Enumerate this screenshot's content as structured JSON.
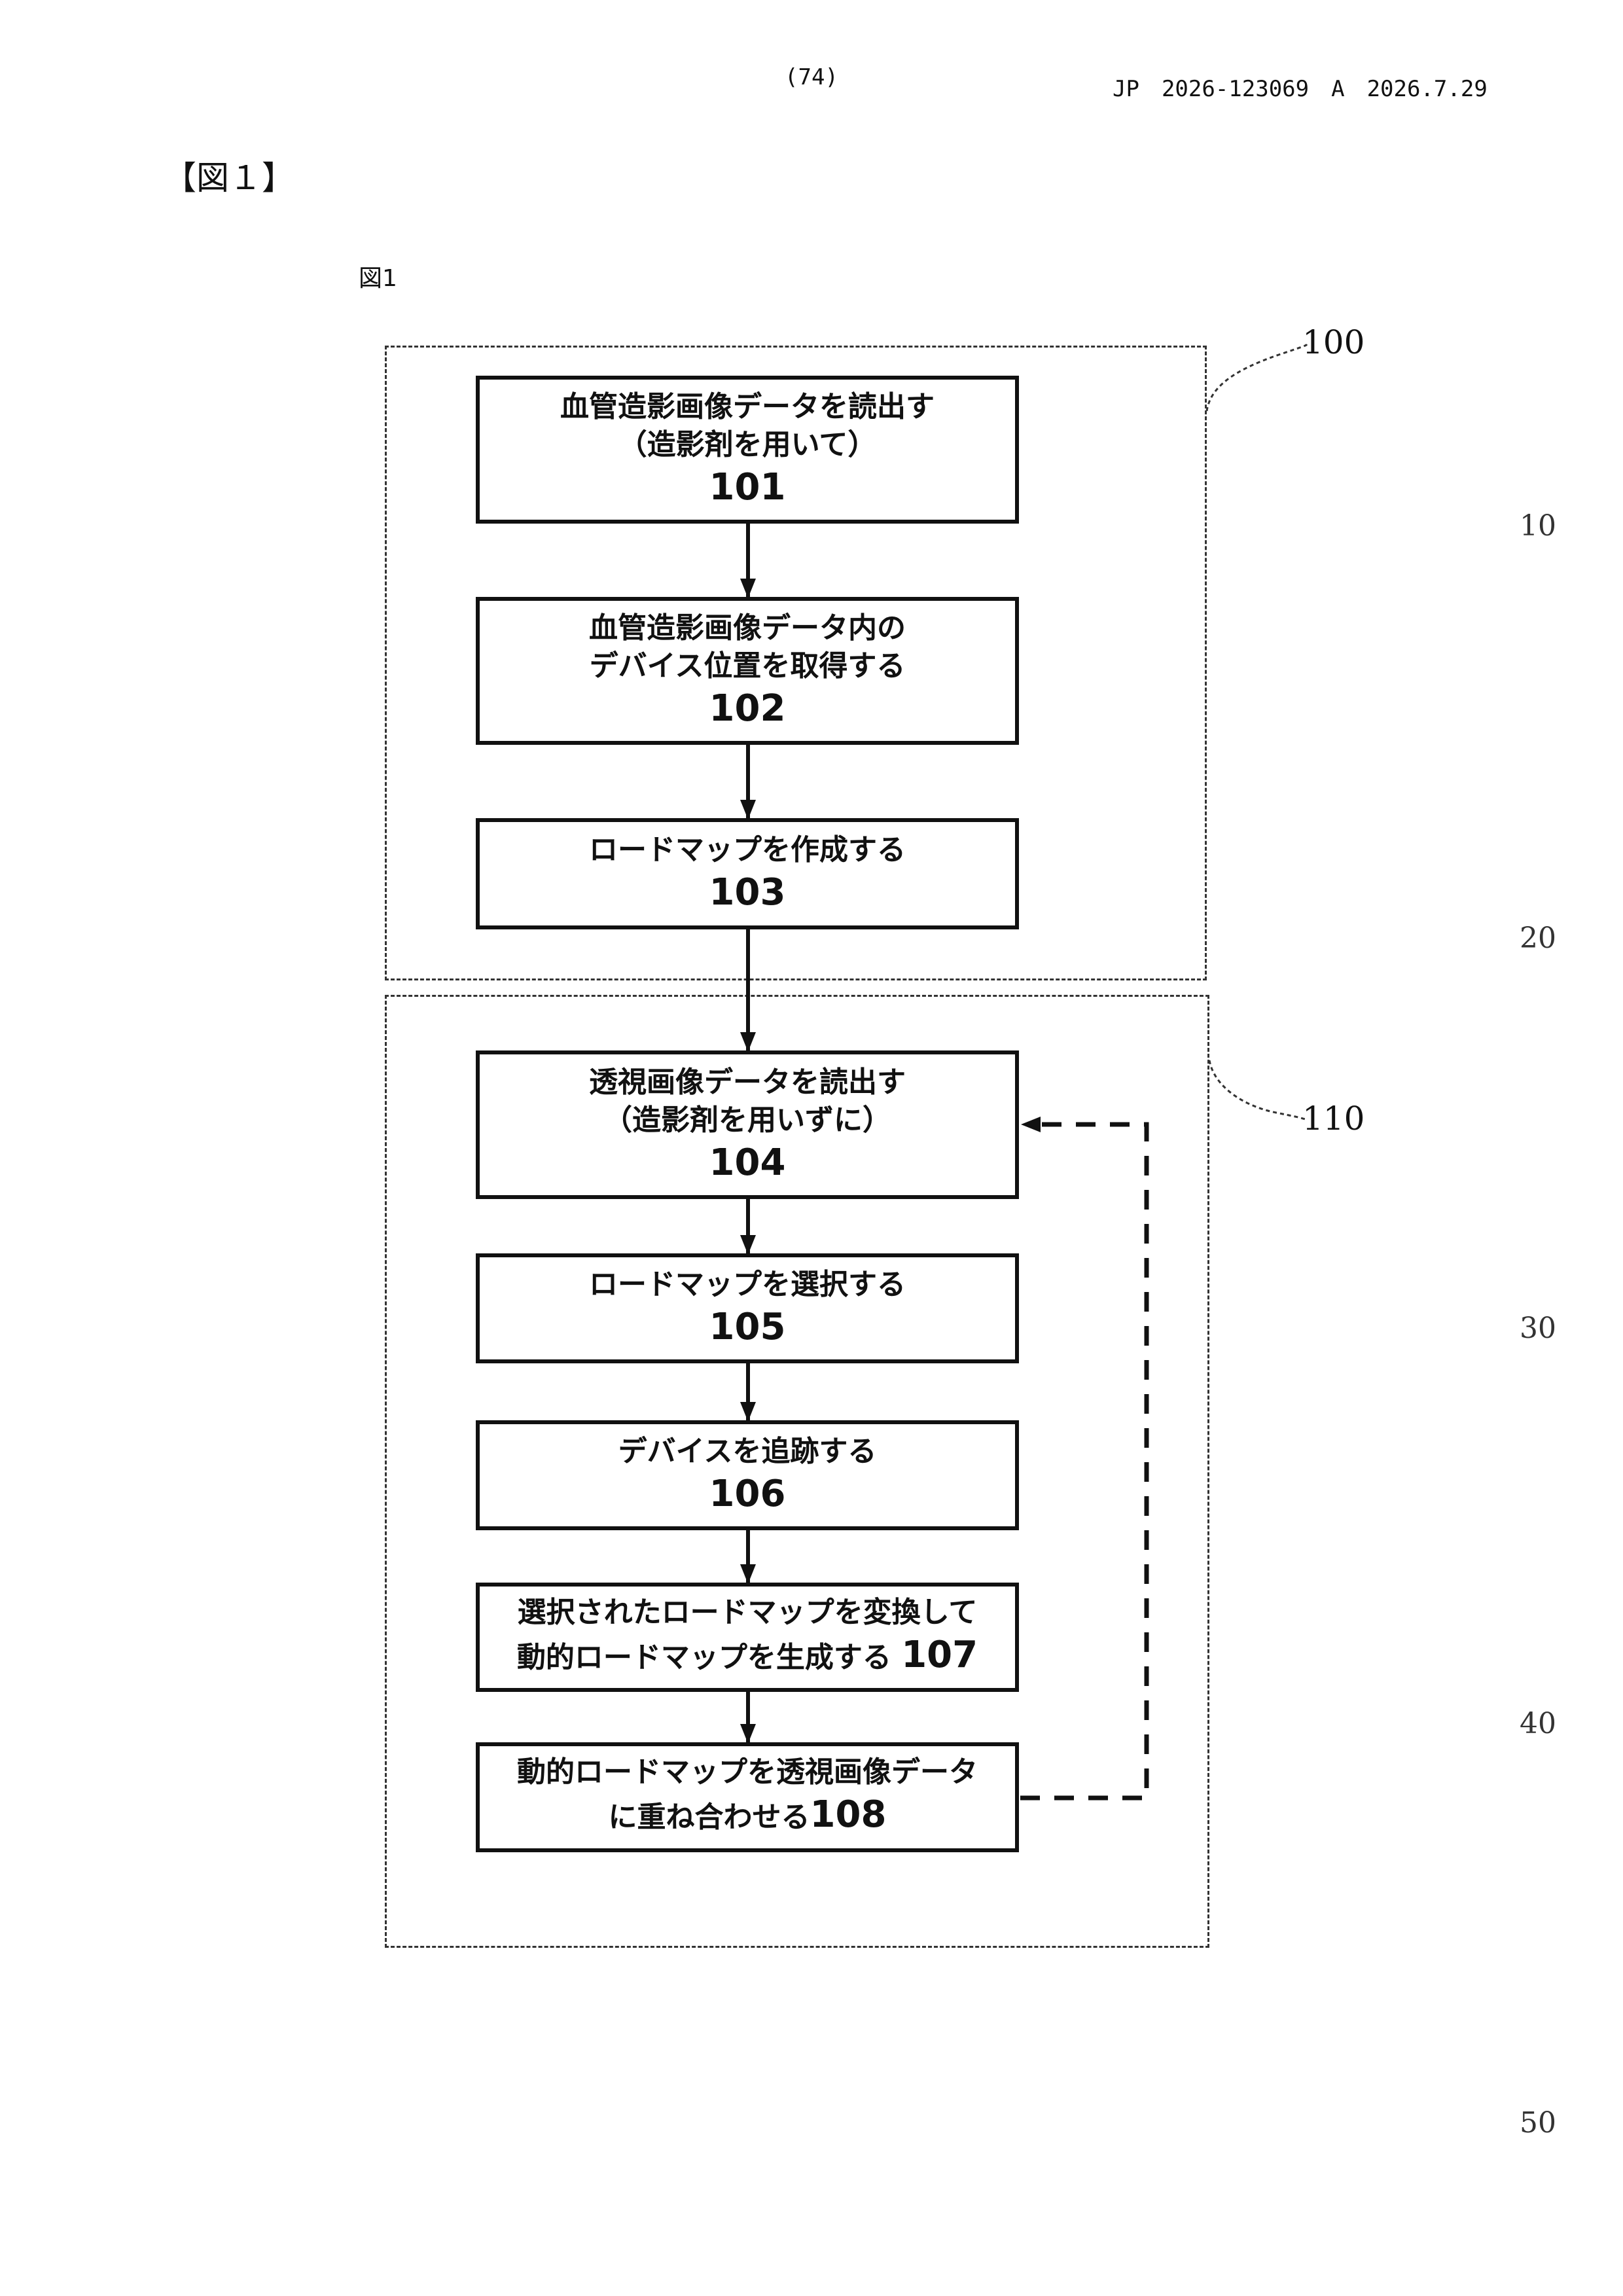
{
  "header": {
    "page_number": "(74)",
    "publication": "JP　2026-123069　A　2026.7.29"
  },
  "figure_heading": "【図１】",
  "figure_label": "図1",
  "groups": [
    {
      "ref": "100"
    },
    {
      "ref": "110"
    }
  ],
  "steps": [
    {
      "id": "101",
      "lines": [
        "血管造影画像データを読出す",
        "（造影剤を用いて）"
      ],
      "number": "101"
    },
    {
      "id": "102",
      "lines": [
        "血管造影画像データ内の",
        "デバイス位置を取得する"
      ],
      "number": "102"
    },
    {
      "id": "103",
      "lines": [
        "ロードマップを作成する"
      ],
      "number": "103"
    },
    {
      "id": "104",
      "lines": [
        "透視画像データを読出す",
        "（造影剤を用いずに）"
      ],
      "number": "104"
    },
    {
      "id": "105",
      "lines": [
        "ロードマップを選択する"
      ],
      "number": "105"
    },
    {
      "id": "106",
      "lines": [
        "デバイスを追跡する"
      ],
      "number": "106"
    },
    {
      "id": "107",
      "lines": [
        "選択されたロードマップを変換して",
        "動的ロードマップを生成する"
      ],
      "number": "107"
    },
    {
      "id": "108",
      "lines": [
        "動的ロードマップを透視画像データ",
        "に重ね合わせる"
      ],
      "number": "108"
    }
  ],
  "margin_line_numbers": [
    "10",
    "20",
    "30",
    "40",
    "50"
  ]
}
